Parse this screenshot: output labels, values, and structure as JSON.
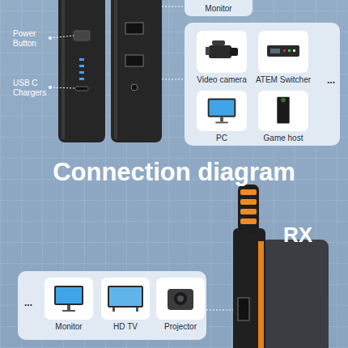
{
  "diagram": {
    "title": "Connection diagram",
    "nodes": [
      {
        "text": [
          "Monitor"
        ]
      },
      {
        "text": [
          "..."
        ]
      },
      {
        "text": [
          "Video camera"
        ],
        "in": 1
      },
      {
        "text": [
          "ATEM Switcher"
        ],
        "in": 1
      },
      {
        "text": [
          "PC"
        ],
        "in": 1
      },
      {
        "text": [
          "Game host"
        ],
        "in": 1
      },
      {
        "text": [
          "..."
        ]
      },
      {
        "text": [
          "Monitor"
        ],
        "in": 6
      },
      {
        "text": [
          "HD TV"
        ],
        "in": 6
      },
      {
        "text": [
          "Projector"
        ],
        "in": 6
      }
    ],
    "labels": [
      "Power Button",
      "USB C Chargers",
      "RX"
    ]
  }
}
